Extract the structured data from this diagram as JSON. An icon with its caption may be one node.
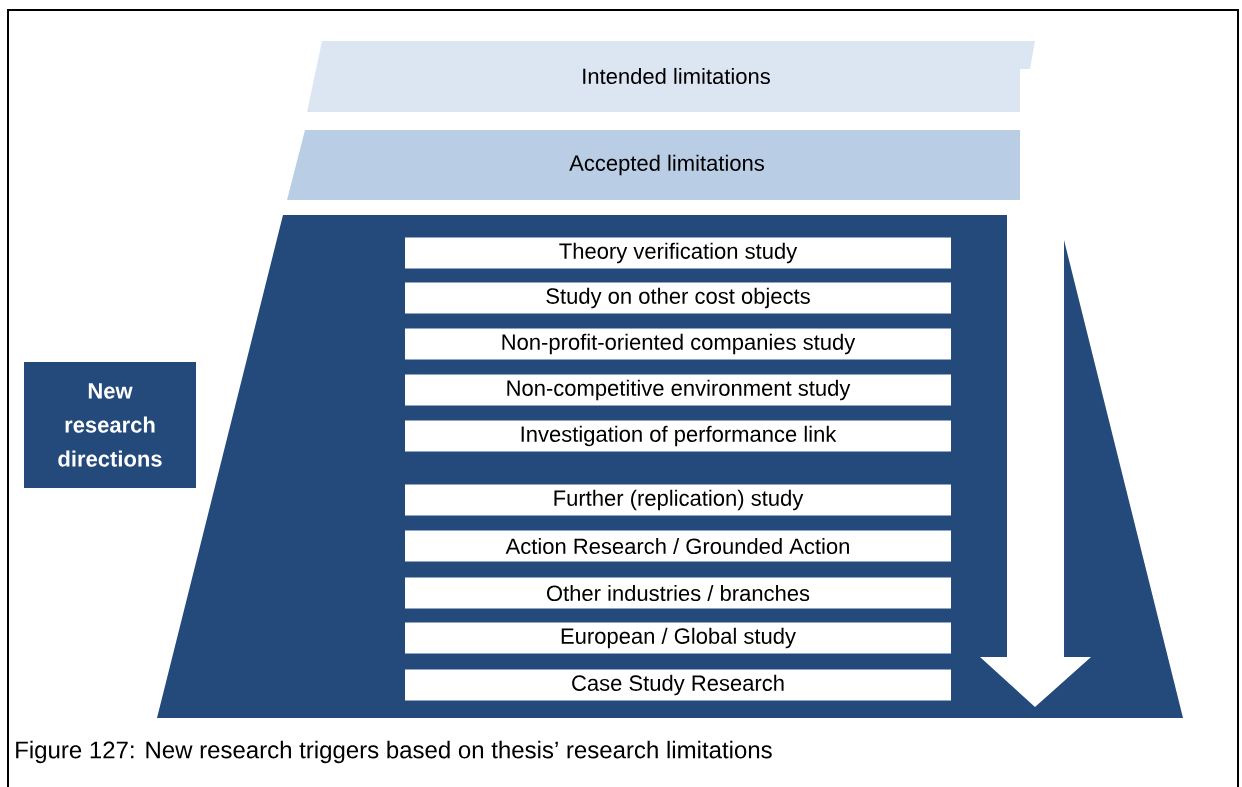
{
  "diagram": {
    "caption": "Figure 127: New research triggers based on thesis’ research limitations",
    "nodes": [
      {
        "text": [
          "Intended limitations"
        ]
      },
      {
        "text": [
          "Accepted limitations"
        ]
      },
      {
        "text": [],
        "shape": "trapezoid"
      },
      {
        "text": [
          "Theory verification study"
        ],
        "in": 2
      },
      {
        "text": [
          "Study on other cost objects"
        ],
        "in": 2
      },
      {
        "text": [
          "Non-profit-oriented companies study"
        ],
        "in": 2
      },
      {
        "text": [
          "Non-competitive environment study"
        ],
        "in": 2
      },
      {
        "text": [
          "Investigation of performance link"
        ],
        "in": 2
      },
      {
        "text": [
          "Further (replication) study"
        ],
        "in": 2
      },
      {
        "text": [
          "Action Research / Grounded Action"
        ],
        "in": 2
      },
      {
        "text": [
          "Other industries / branches"
        ],
        "in": 2
      },
      {
        "text": [
          "European / Global study"
        ],
        "in": 2
      },
      {
        "text": [
          "Case Study Research"
        ],
        "in": 2
      },
      {
        "text": [
          "New research directions"
        ]
      }
    ]
  }
}
